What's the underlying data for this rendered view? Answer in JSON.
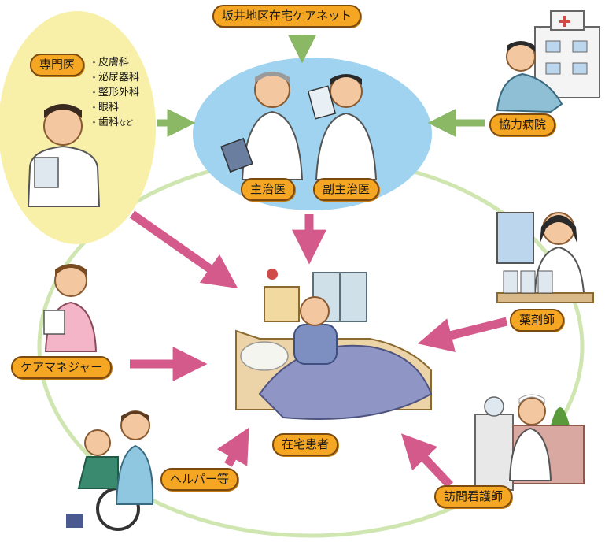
{
  "title": "坂井地区在宅ケアネット",
  "specialist": {
    "label": "専門医",
    "fields": [
      "皮膚科",
      "泌尿器科",
      "整形外科",
      "眼科"
    ],
    "last_field": "歯科",
    "last_suffix": "など"
  },
  "center": {
    "primary_doctor": "主治医",
    "secondary_doctor": "副主治医"
  },
  "nodes": {
    "hospital": "協力病院",
    "pharmacist": "薬剤師",
    "care_manager": "ケアマネジャー",
    "helper": "ヘルパー等",
    "patient": "在宅患者",
    "visiting_nurse": "訪問看護師"
  },
  "colors": {
    "ring": "#cfe6b0",
    "center_ellipse": "#9fd3f0",
    "specialist_ellipse": "#f8f0a8",
    "green_arrow": "#8ab865",
    "pink_arrow": "#d35a8a",
    "label_fill": "#f5a623"
  }
}
